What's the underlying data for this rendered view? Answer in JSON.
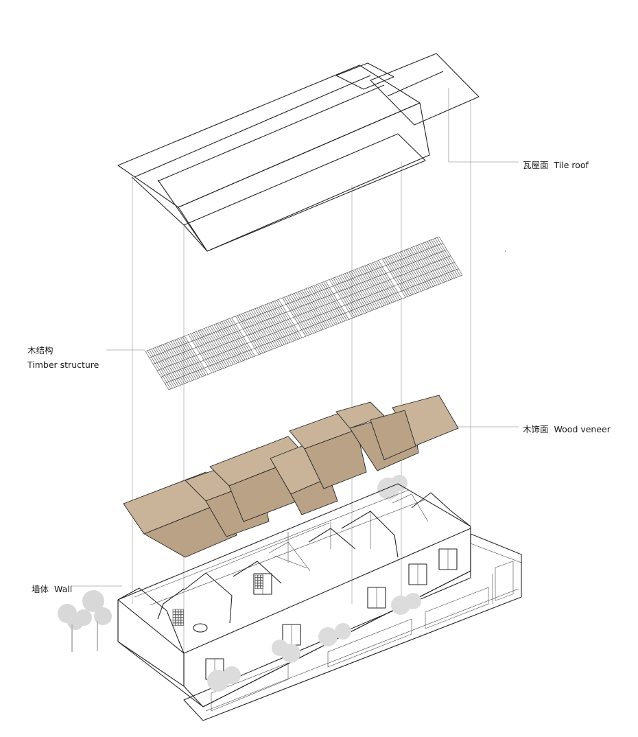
{
  "labels": {
    "tile_roof": {
      "zh": "瓦屋面",
      "en": "Tile roof"
    },
    "timber_structure": {
      "zh": "木结构",
      "en": "Timber structure"
    },
    "wood_veneer": {
      "zh": "木饰面",
      "en": "Wood veneer"
    },
    "wall": {
      "zh": "墙体",
      "en": "Wall"
    }
  },
  "colors": {
    "line": "#222222",
    "veneer_fill": "#c9b49a",
    "veneer_fill_dark": "#b9a286",
    "tree_fill": "#d6d6d6",
    "wall_fill": "#ffffff"
  },
  "layers": [
    "tile-roof",
    "timber-structure",
    "wood-veneer",
    "wall"
  ]
}
